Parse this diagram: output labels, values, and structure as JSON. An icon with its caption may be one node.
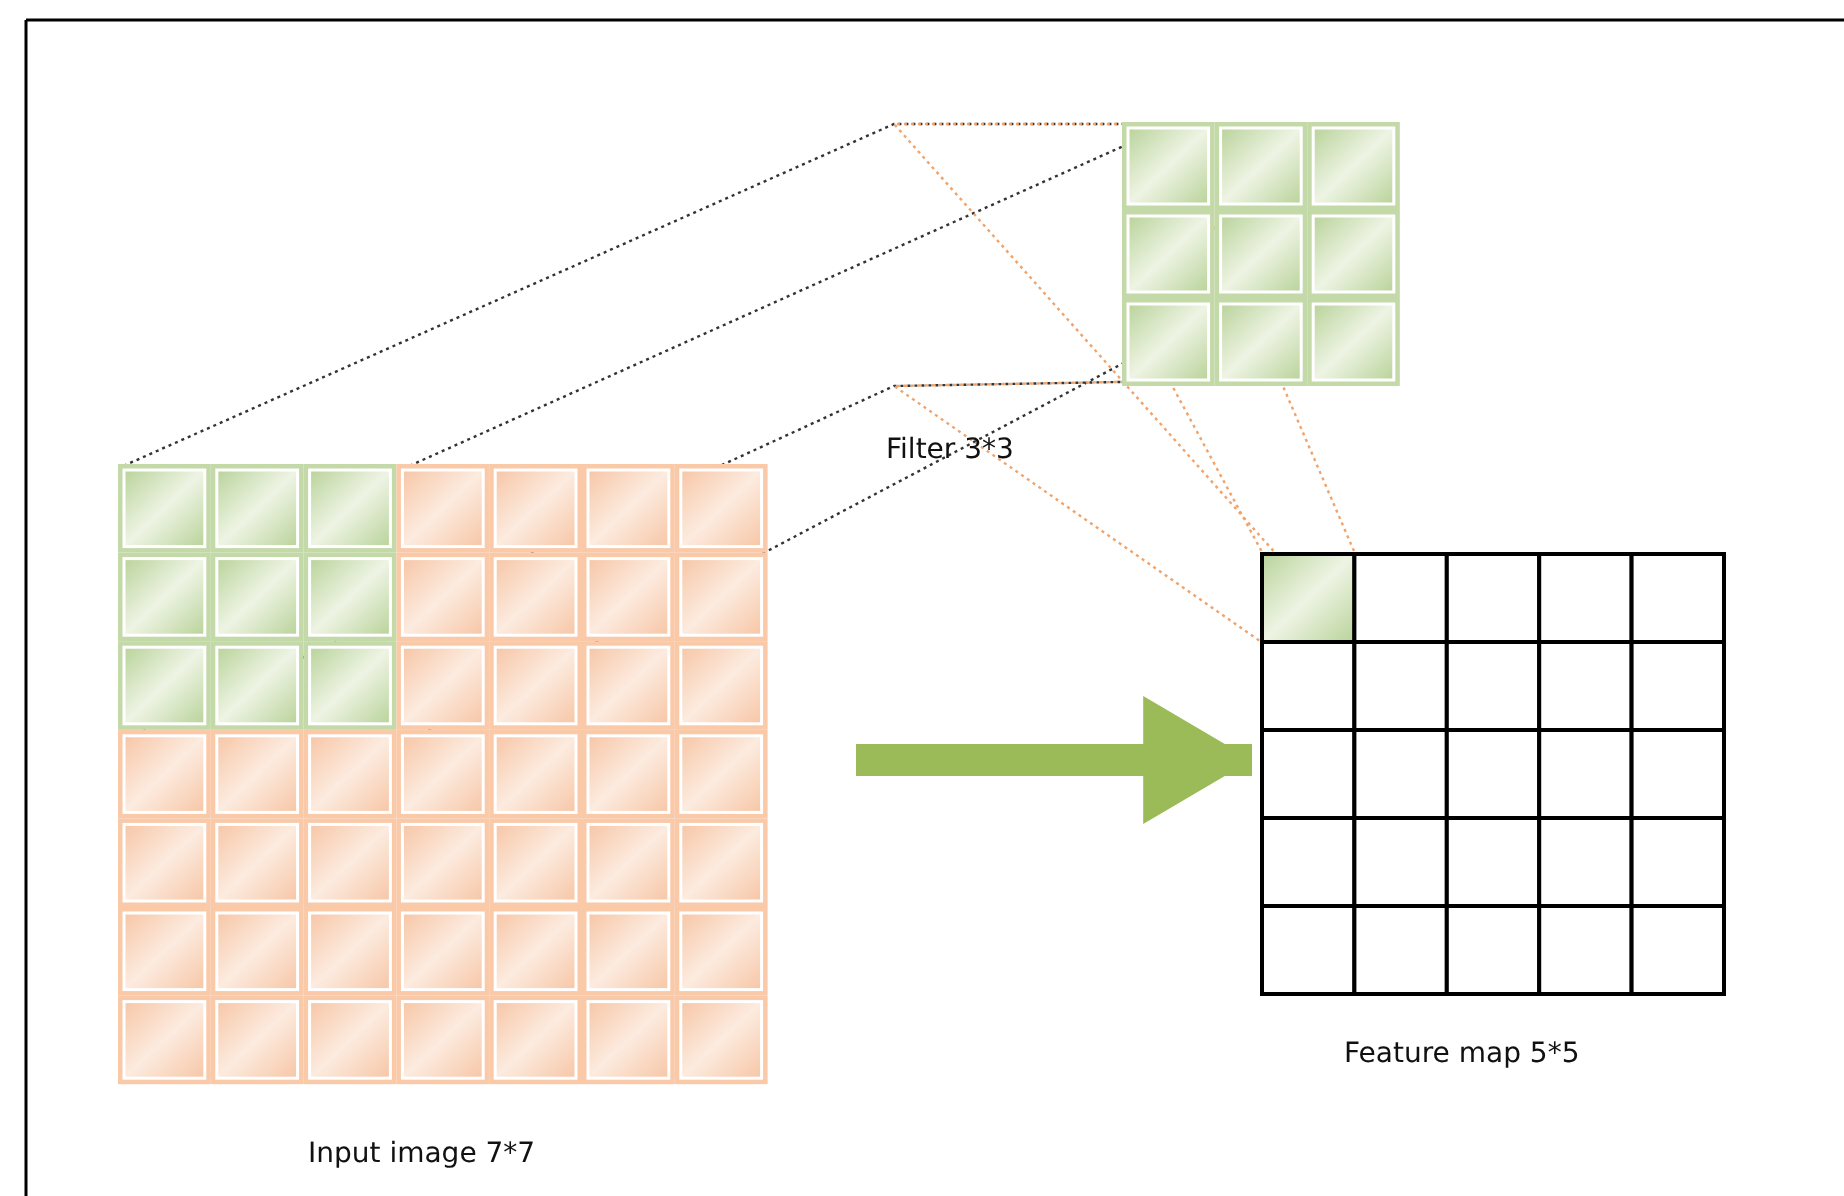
{
  "diagram": {
    "nodes": [
      {
        "text": [
          "Input image 7*7"
        ]
      },
      {
        "text": [
          "Filter 3*3"
        ]
      },
      {
        "text": [
          "Feature map 5*5"
        ]
      }
    ],
    "edges": [
      {
        "from": 0,
        "to": 2,
        "arrow": "to",
        "style": "thick",
        "color": "#9bbb59"
      },
      {
        "from": 0,
        "to": 1,
        "arrow": "none",
        "style": "dashed"
      },
      {
        "from": 0,
        "to": 1,
        "arrow": "none",
        "style": "dashed"
      },
      {
        "from": 0,
        "to": 1,
        "arrow": "none",
        "style": "dashed"
      },
      {
        "from": 0,
        "to": 1,
        "arrow": "none",
        "style": "dashed"
      },
      {
        "from": 1,
        "to": 2,
        "arrow": "none",
        "style": "dashed",
        "color": "#f0a36a"
      },
      {
        "from": 1,
        "to": 2,
        "arrow": "none",
        "style": "dashed",
        "color": "#f0a36a"
      },
      {
        "from": 1,
        "to": 2,
        "arrow": "none",
        "style": "dashed",
        "color": "#f0a36a"
      },
      {
        "from": 1,
        "to": 2,
        "arrow": "none",
        "style": "dashed",
        "color": "#f0a36a"
      }
    ]
  }
}
